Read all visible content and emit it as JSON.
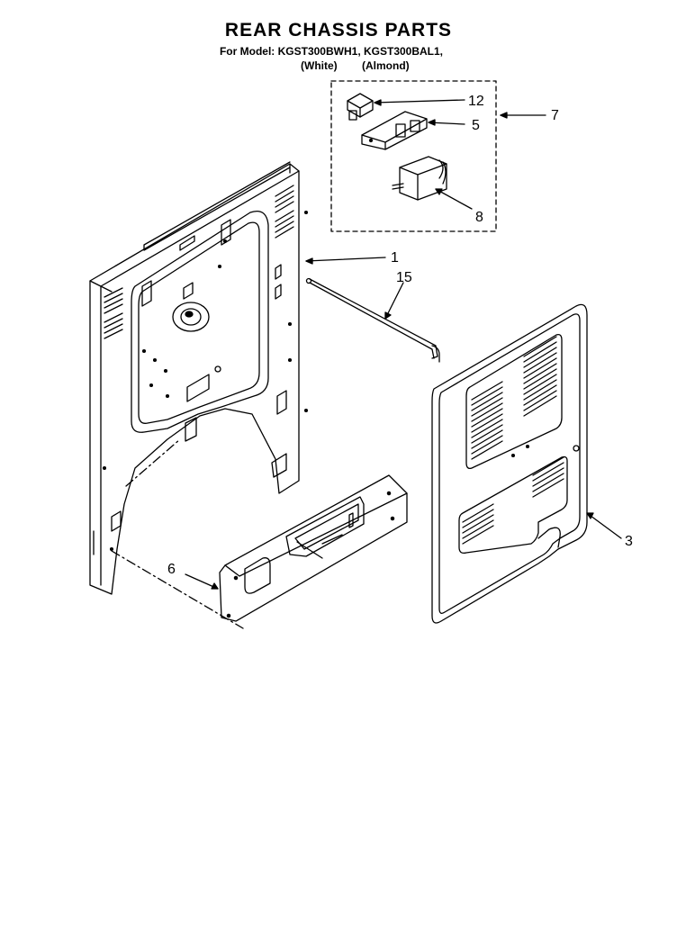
{
  "title": "REAR CHASSIS PARTS",
  "model_line": "For Model: KGST300BWH1, KGST300BAL1,",
  "colors": [
    "(White)",
    "(Almond)"
  ],
  "callouts": {
    "c1": "1",
    "c3": "3",
    "c5": "5",
    "c6": "6",
    "c7": "7",
    "c8": "8",
    "c12": "12",
    "c15": "15"
  },
  "line_color": "#000000",
  "paper_color": "#ffffff"
}
